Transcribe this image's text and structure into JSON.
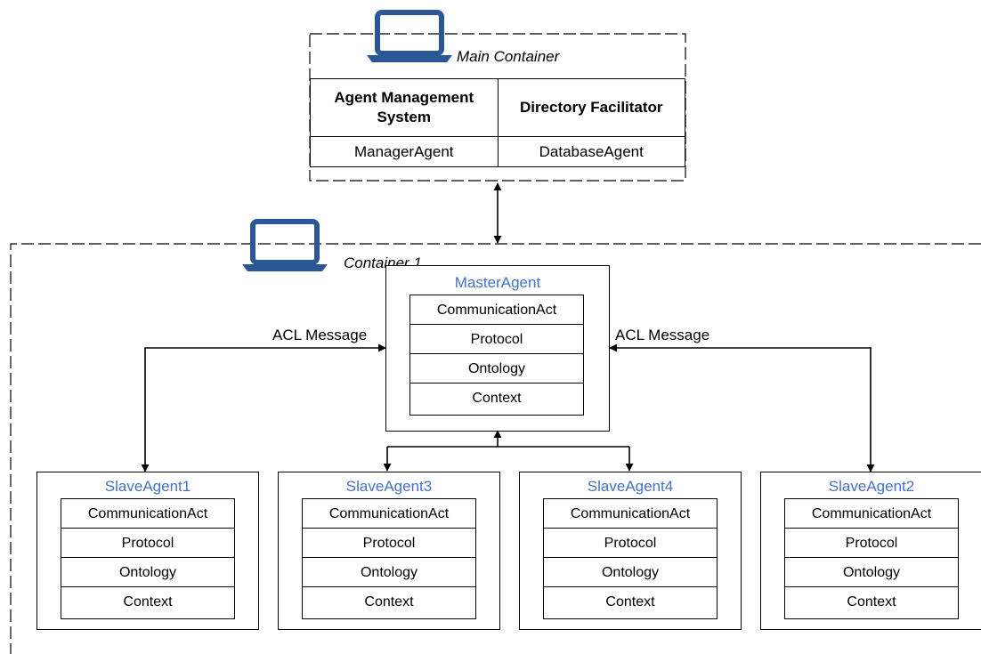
{
  "main_container": {
    "label": "Main Container",
    "headers": [
      "Agent Management System",
      "Directory Facilitator"
    ],
    "cells": [
      "ManagerAgent",
      "DatabaseAgent"
    ]
  },
  "container1": {
    "label": "Container 1"
  },
  "messages": {
    "left": "ACL Message",
    "right": "ACL Message"
  },
  "master": {
    "name": "MasterAgent",
    "rows": [
      "CommunicationAct",
      "Protocol",
      "Ontology",
      "Context"
    ]
  },
  "slaves": [
    {
      "name": "SlaveAgent1",
      "rows": [
        "CommunicationAct",
        "Protocol",
        "Ontology",
        "Context"
      ]
    },
    {
      "name": "SlaveAgent3",
      "rows": [
        "CommunicationAct",
        "Protocol",
        "Ontology",
        "Context"
      ]
    },
    {
      "name": "SlaveAgent4",
      "rows": [
        "CommunicationAct",
        "Protocol",
        "Ontology",
        "Context"
      ]
    },
    {
      "name": "SlaveAgent2",
      "rows": [
        "CommunicationAct",
        "Protocol",
        "Ontology",
        "Context"
      ]
    }
  ],
  "colors": {
    "agent_title": "#4472c4",
    "laptop": "#2b5797",
    "line": "#000000"
  },
  "icons": [
    "laptop-icon",
    "laptop-icon"
  ]
}
